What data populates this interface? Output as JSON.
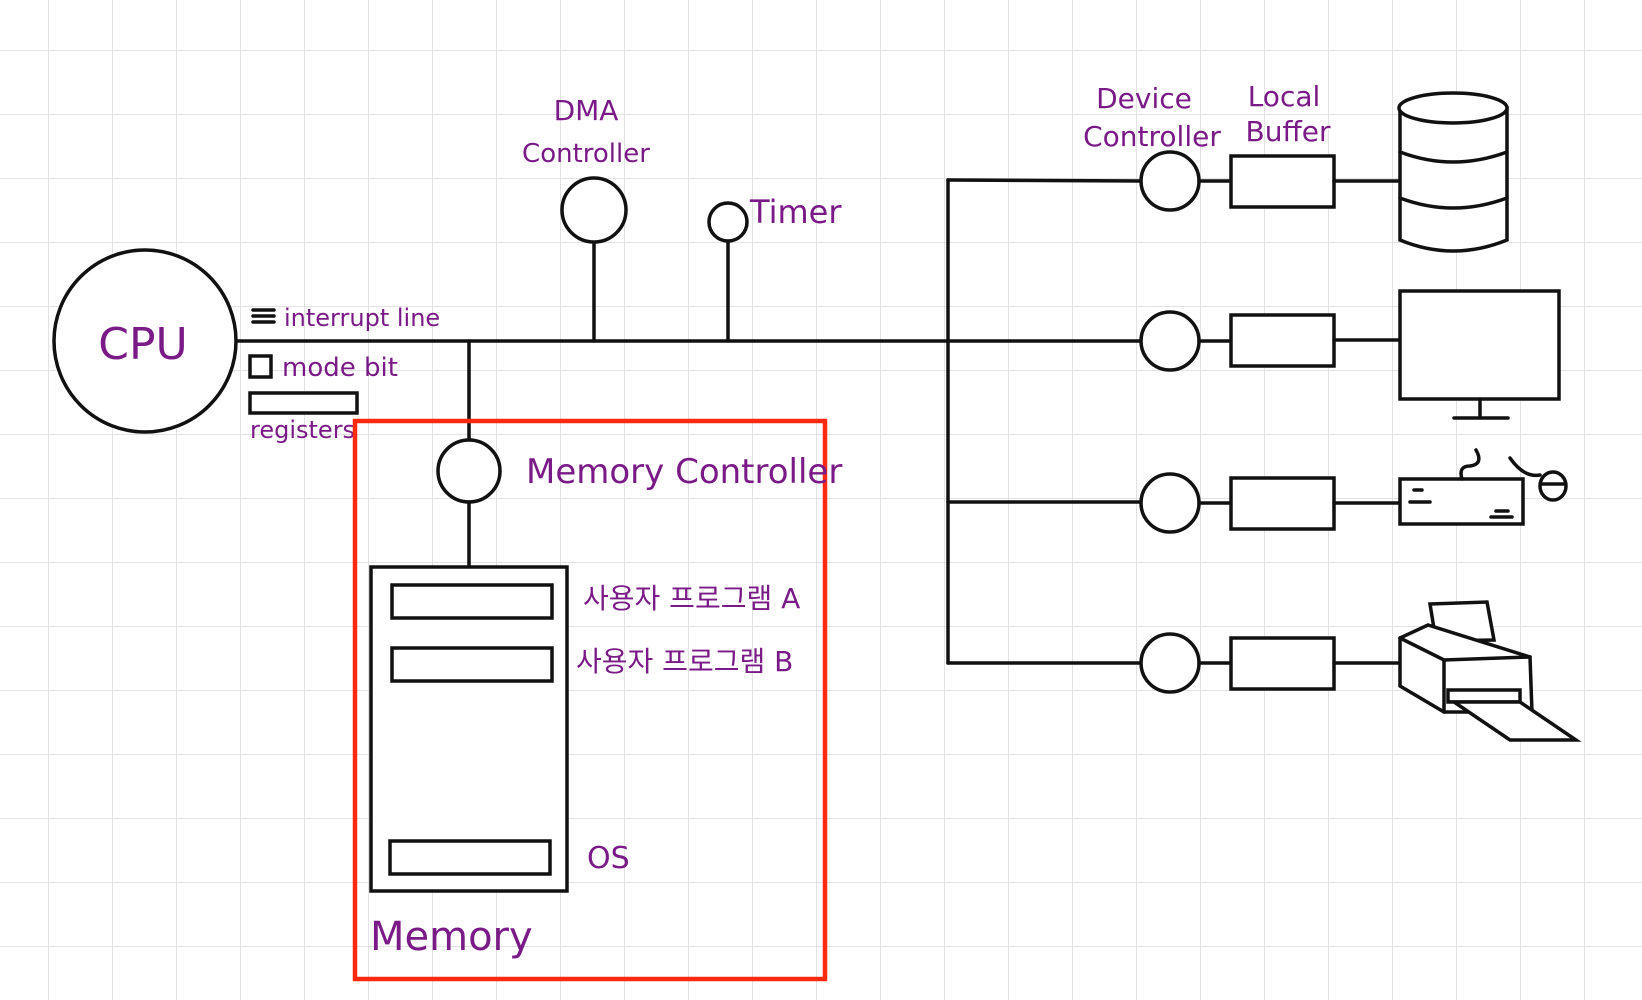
{
  "colors": {
    "ink": "#111111",
    "label": "#7a1a86",
    "highlight": "#ff2a10",
    "grid": "#d9d9d9"
  },
  "labels": {
    "cpu": "CPU",
    "dma_line1": "DMA",
    "dma_line2": "Controller",
    "timer": "Timer",
    "interrupt": "interrupt line",
    "mode_bit": "mode bit",
    "registers": "registers",
    "memory_controller": "Memory Controller",
    "program_a": "사용자 프로그램 A",
    "program_b": "사용자 프로그램 B",
    "os": "OS",
    "memory": "Memory",
    "device_controller_line1": "Device",
    "device_controller_line2": "Controller",
    "local_buffer_line1": "Local",
    "local_buffer_line2": "Buffer"
  },
  "icons": {
    "interrupt": "triple-bar-icon",
    "mode_bit": "square-checkbox-icon",
    "devices": [
      "disk-icon",
      "monitor-icon",
      "keyboard-mouse-icon",
      "printer-icon"
    ]
  }
}
